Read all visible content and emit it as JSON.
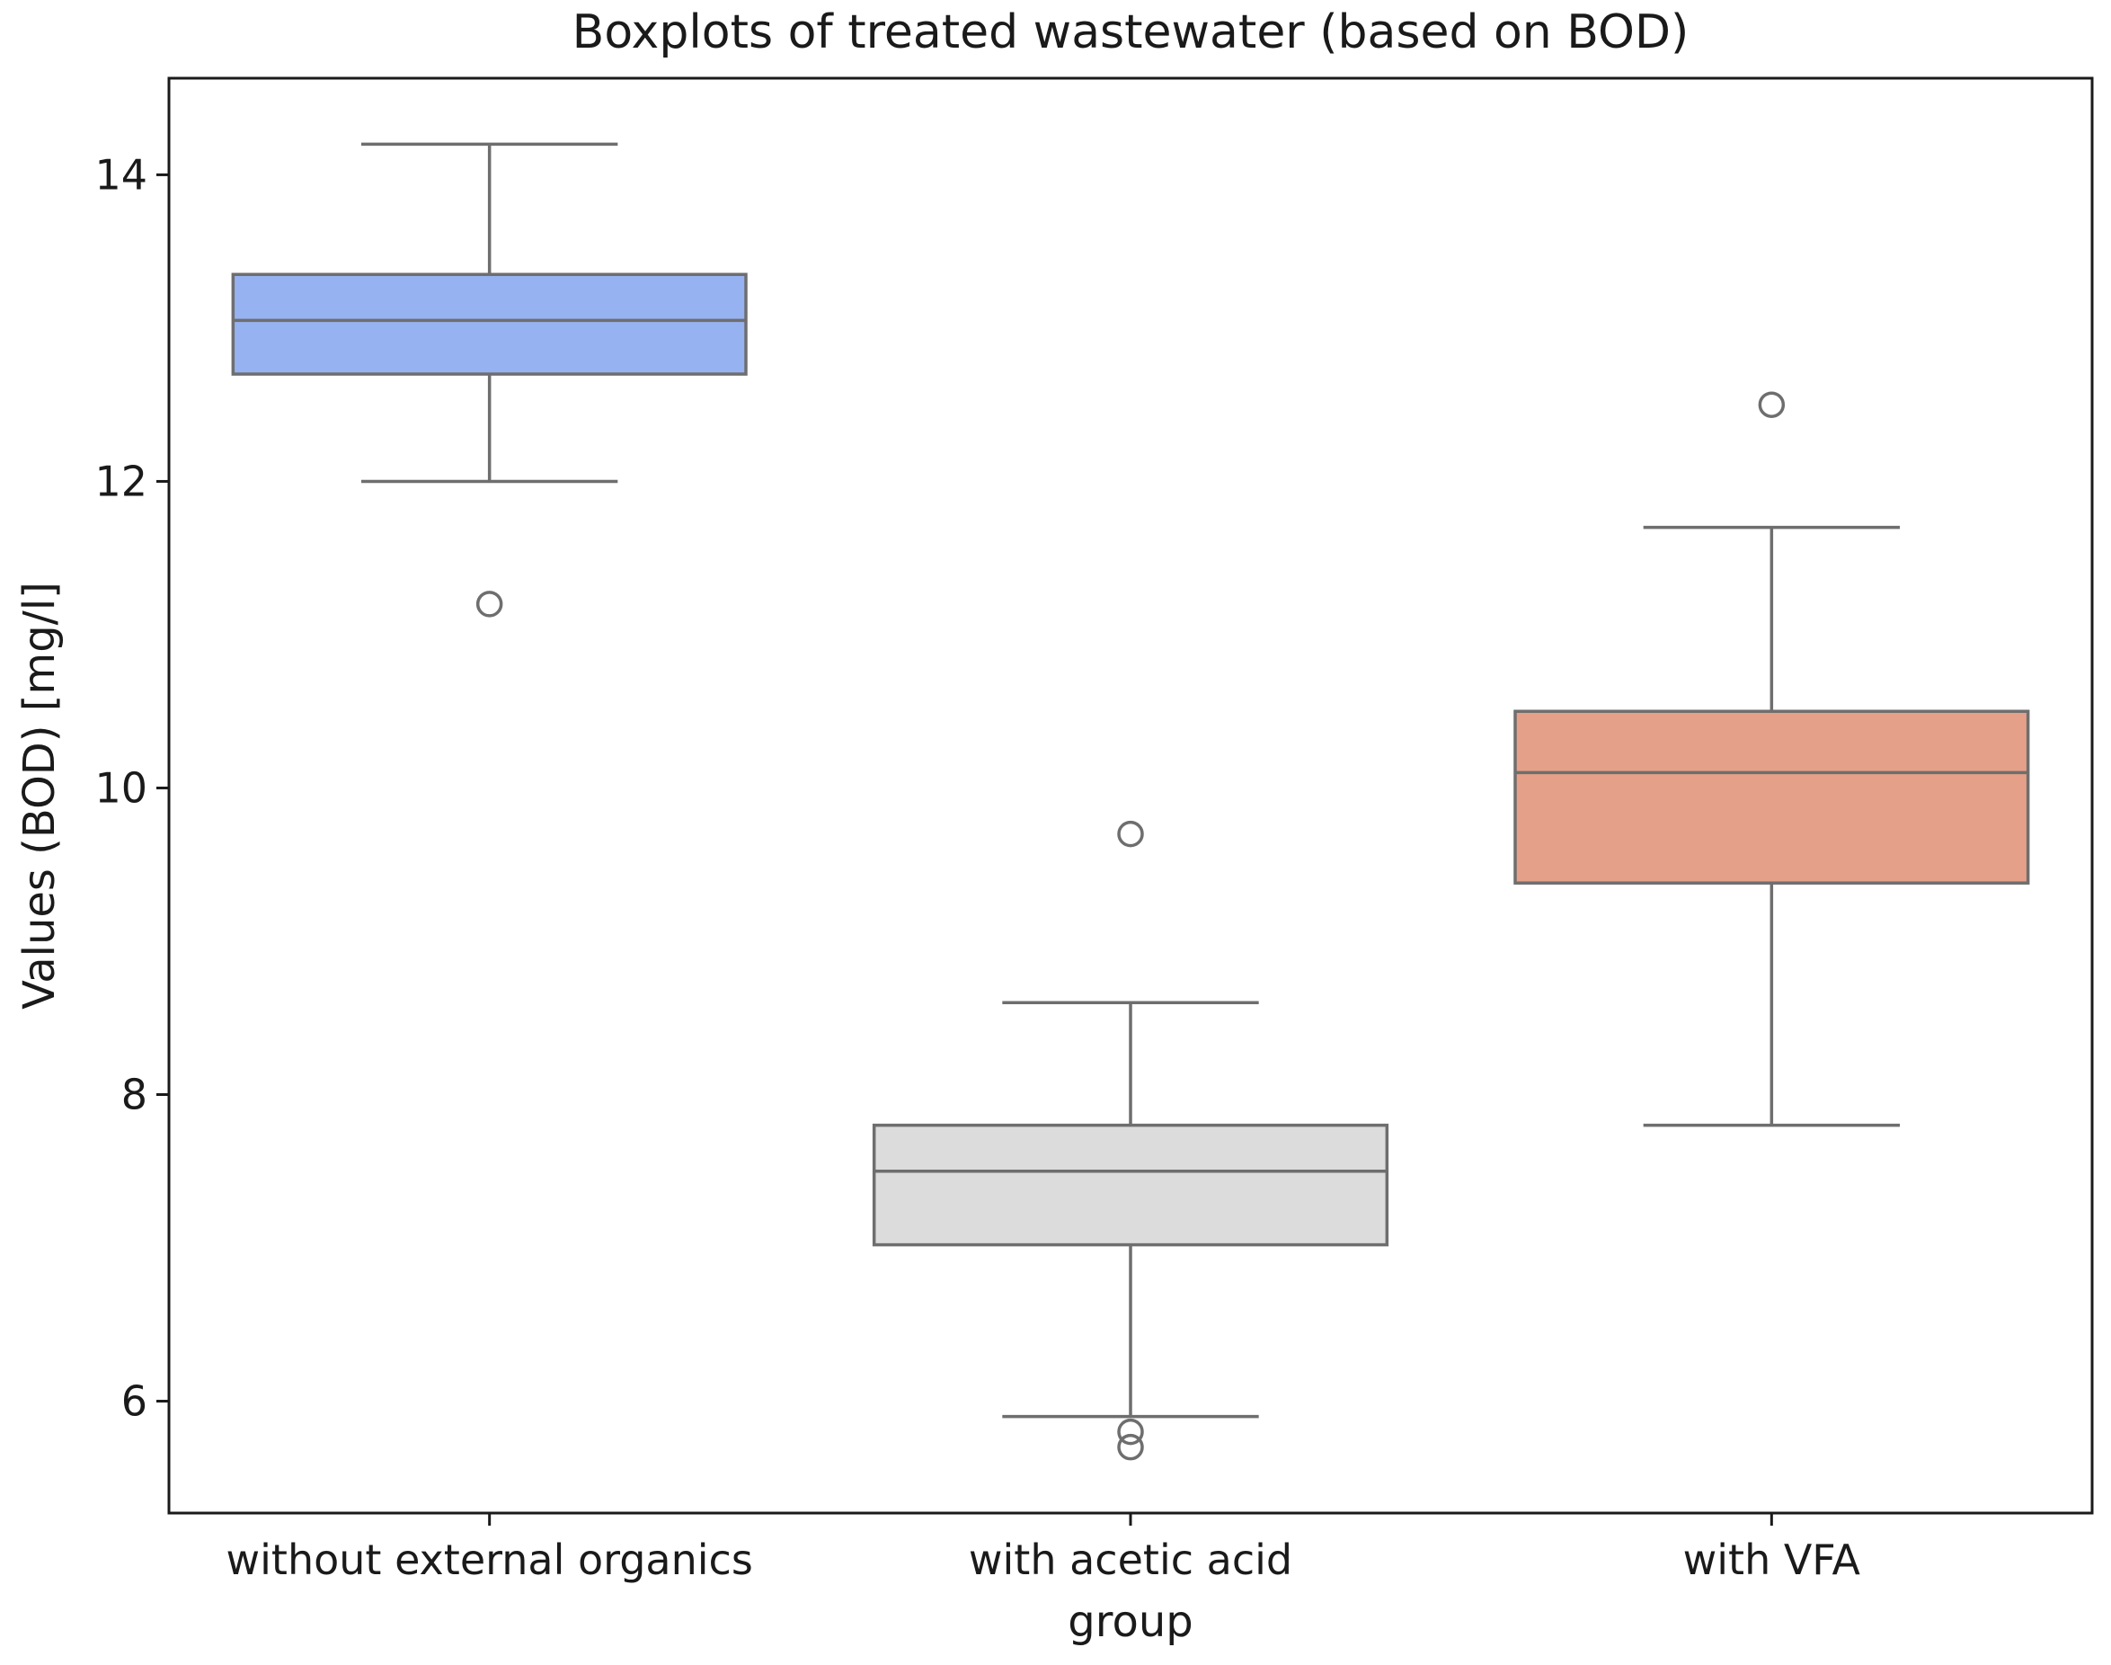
{
  "chart_data": {
    "type": "boxplot",
    "title": "Boxplots of treated wastewater (based on BOD)",
    "xlabel": "group",
    "ylabel": "Values (BOD) [mg/l]",
    "ylim": [
      5.27,
      14.63
    ],
    "yticks": [
      6,
      8,
      10,
      12,
      14
    ],
    "grid": false,
    "categories": [
      "without external organics",
      "with acetic acid",
      "with VFA"
    ],
    "boxes": [
      {
        "name": "without external organics",
        "whisker_low": 12.0,
        "q1": 12.7,
        "median": 13.05,
        "q3": 13.35,
        "whisker_high": 14.2,
        "outliers": [
          11.2
        ],
        "color": "#97b2f0"
      },
      {
        "name": "with acetic acid",
        "whisker_low": 5.9,
        "q1": 7.02,
        "median": 7.5,
        "q3": 7.8,
        "whisker_high": 8.6,
        "outliers": [
          9.7,
          5.8,
          5.7
        ],
        "color": "#dcdcdc"
      },
      {
        "name": "with VFA",
        "whisker_low": 7.8,
        "q1": 9.38,
        "median": 10.1,
        "q3": 10.5,
        "whisker_high": 11.7,
        "outliers": [
          12.5
        ],
        "color": "#e4a088"
      }
    ]
  }
}
